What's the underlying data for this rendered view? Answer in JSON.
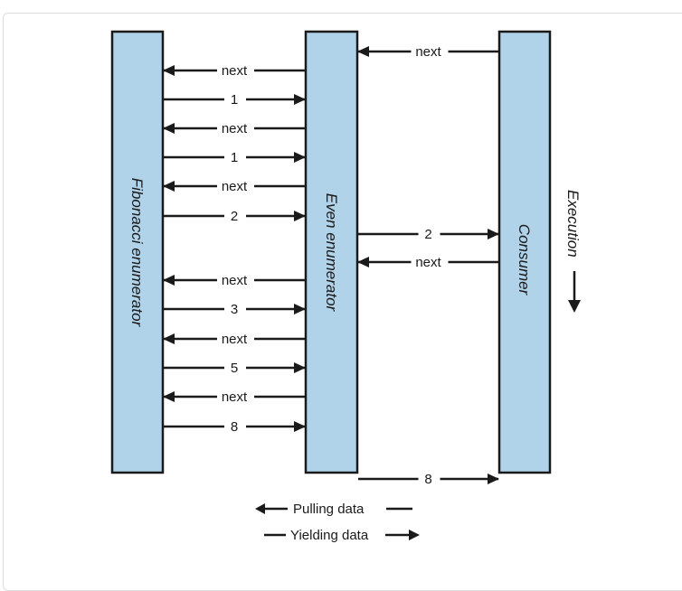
{
  "diagram": {
    "box_fill": "#b0d3ea",
    "stroke": "#1a1a1a",
    "lanes": [
      {
        "id": "fib",
        "label": "Fibonacci enumerator"
      },
      {
        "id": "even",
        "label": "Even enumerator"
      },
      {
        "id": "consumer",
        "label": "Consumer"
      }
    ],
    "messages": [
      {
        "from": "even",
        "to": "fib",
        "label": "next",
        "kind": "pull"
      },
      {
        "from": "fib",
        "to": "even",
        "label": "1",
        "kind": "yield"
      },
      {
        "from": "even",
        "to": "fib",
        "label": "next",
        "kind": "pull"
      },
      {
        "from": "fib",
        "to": "even",
        "label": "1",
        "kind": "yield"
      },
      {
        "from": "even",
        "to": "fib",
        "label": "next",
        "kind": "pull"
      },
      {
        "from": "fib",
        "to": "even",
        "label": "2",
        "kind": "yield"
      },
      {
        "from": "even",
        "to": "fib",
        "label": "next",
        "kind": "pull"
      },
      {
        "from": "fib",
        "to": "even",
        "label": "3",
        "kind": "yield"
      },
      {
        "from": "even",
        "to": "fib",
        "label": "next",
        "kind": "pull"
      },
      {
        "from": "fib",
        "to": "even",
        "label": "5",
        "kind": "yield"
      },
      {
        "from": "even",
        "to": "fib",
        "label": "next",
        "kind": "pull"
      },
      {
        "from": "fib",
        "to": "even",
        "label": "8",
        "kind": "yield"
      },
      {
        "from": "consumer",
        "to": "even",
        "label": "next",
        "kind": "pull"
      },
      {
        "from": "even",
        "to": "consumer",
        "label": "2",
        "kind": "yield"
      },
      {
        "from": "consumer",
        "to": "even",
        "label": "next",
        "kind": "pull"
      },
      {
        "from": "even",
        "to": "consumer",
        "label": "8",
        "kind": "yield"
      }
    ],
    "time_axis_label": "Execution",
    "legend": {
      "pull": "Pulling data",
      "yield": "Yielding data"
    }
  }
}
